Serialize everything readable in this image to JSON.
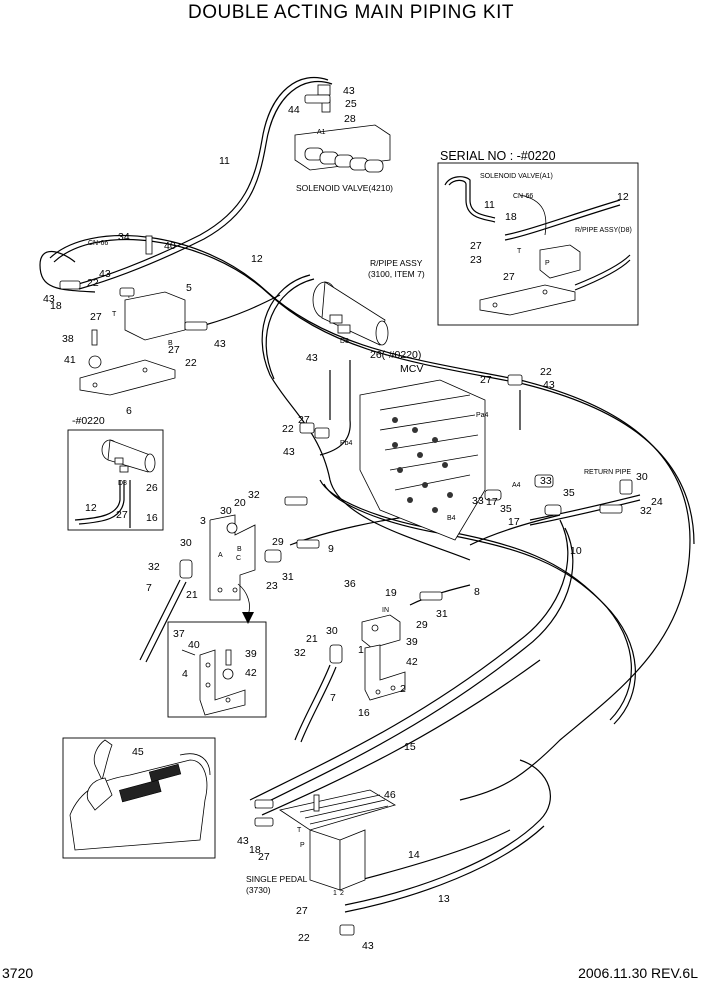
{
  "title": "DOUBLE ACTING MAIN PIPING KIT",
  "footer": {
    "page_number": "3720",
    "date_rev": "2006.11.30  REV.6L"
  },
  "captions": {
    "solenoid_valve": "SOLENOID VALVE(4210)",
    "rpipe_assy": "R/PIPE ASSY",
    "rpipe_assy_ref": "(3100, ITEM 7)",
    "mcv": "MCV",
    "serial_no": "SERIAL NO : -#0220",
    "inset_serial": "-#0220",
    "return_pipe": "RETURN PIPE",
    "single_pedal": "SINGLE PEDAL",
    "single_pedal_ref": "(3730)",
    "rpipe_assy_d8": "R/PIPE ASSY(D8)",
    "solenoid_valve_a1": "SOLENOID VALVE(A1)",
    "cn66_main": "CN-66",
    "cn66_inset": "CN-66",
    "port_26": "26(-#0220)"
  },
  "callouts": [
    "1",
    "2",
    "3",
    "4",
    "5",
    "6",
    "7",
    "8",
    "9",
    "10",
    "11",
    "12",
    "13",
    "14",
    "15",
    "16",
    "17",
    "18",
    "19",
    "20",
    "21",
    "22",
    "23",
    "24",
    "25",
    "26",
    "27",
    "28",
    "29",
    "30",
    "31",
    "32",
    "33",
    "34",
    "35",
    "36",
    "37",
    "38",
    "39",
    "40",
    "41",
    "42",
    "43",
    "44",
    "45",
    "46"
  ]
}
